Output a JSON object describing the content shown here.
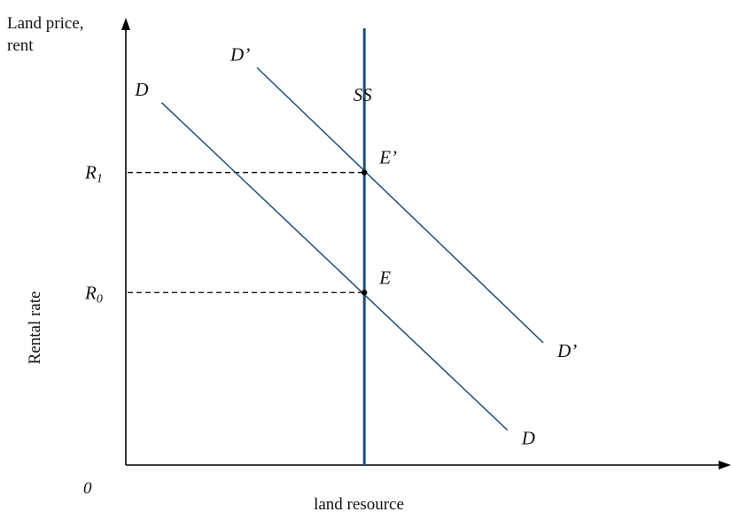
{
  "chart_data": {
    "type": "line",
    "title": "",
    "ylabel_top": "Land price,",
    "ylabel_top_line2": "rent",
    "ylabel_side": "Rental rate",
    "xlabel": "land resource",
    "origin_label": "0",
    "grid": false,
    "xlim": [
      0,
      100
    ],
    "ylim": [
      0,
      100
    ],
    "series": [
      {
        "name": "D",
        "x": [
          6,
          64
        ],
        "y": [
          83,
          8
        ],
        "label_start": "D",
        "label_end": "D"
      },
      {
        "name": "D'",
        "x": [
          22,
          70
        ],
        "y": [
          91,
          28
        ],
        "label_start": "D’",
        "label_end": "D’"
      },
      {
        "name": "SS",
        "x": [
          40,
          40
        ],
        "y": [
          0,
          100
        ],
        "label_top": "SS"
      }
    ],
    "points": [
      {
        "name": "E",
        "label": "E",
        "x": 40,
        "y": 39.5
      },
      {
        "name": "E'",
        "label": "E’",
        "x": 40,
        "y": 67
      }
    ],
    "reference_lines": [
      {
        "label": "R",
        "subscript": "0",
        "y": 39.5,
        "to_x": 40
      },
      {
        "label": "R",
        "subscript": "1",
        "y": 67,
        "to_x": 40
      }
    ],
    "colors": {
      "demand": "#1f4e79",
      "supply": "#1f4e79",
      "axes": "#000000",
      "dashed": "#000000"
    }
  }
}
